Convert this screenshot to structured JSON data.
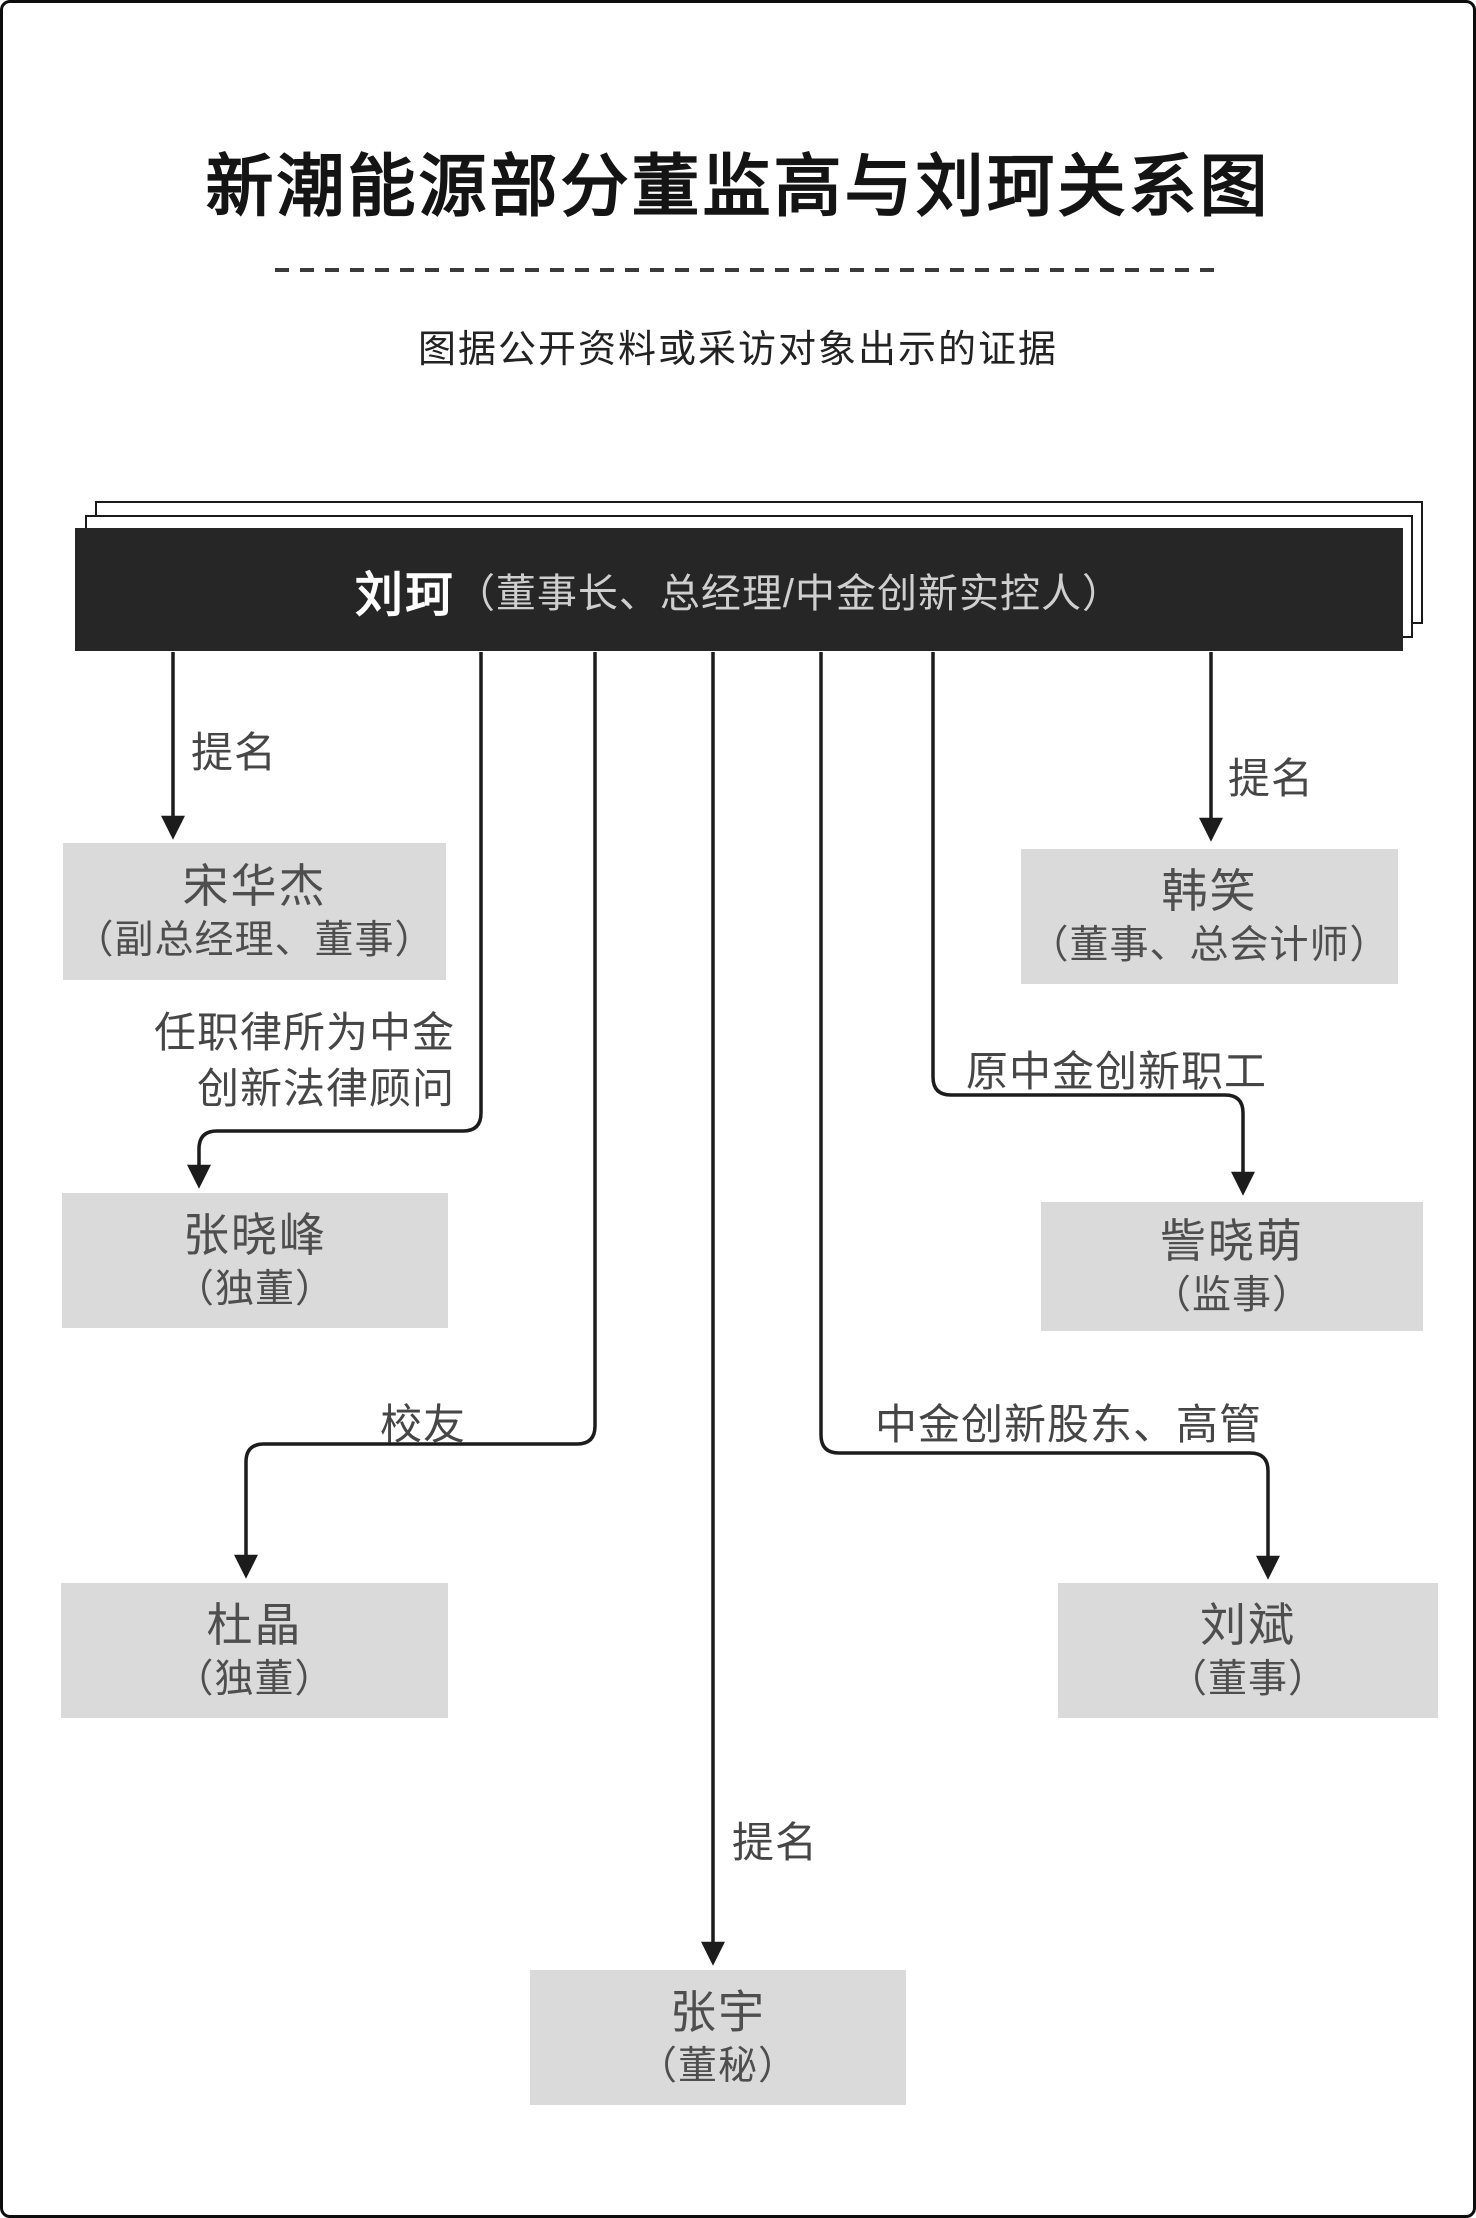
{
  "page": {
    "title": "新潮能源部分董监高与刘珂关系图",
    "subtitle": "图据公开资料或采访对象出示的证据"
  },
  "root": {
    "name": "刘珂",
    "role": "（董事长、总经理/中金创新实控人）"
  },
  "edge_labels": {
    "song_huajie": "提名",
    "zhang_xiaofeng_line1": "任职律所为中金",
    "zhang_xiaofeng_line2": "创新法律顾问",
    "du_jing": "校友",
    "zhang_yu": "提名",
    "han_xiao": "提名",
    "zi_xiaomeng": "原中金创新职工",
    "liu_bin": "中金创新股东、高管"
  },
  "nodes": {
    "song_huajie": {
      "name": "宋华杰",
      "role": "（副总经理、董事）"
    },
    "zhang_xiaofeng": {
      "name": "张晓峰",
      "role": "（独董）"
    },
    "du_jing": {
      "name": "杜晶",
      "role": "（独董）"
    },
    "zhang_yu": {
      "name": "张宇",
      "role": "（董秘）"
    },
    "han_xiao": {
      "name": "韩笑",
      "role": "（董事、总会计师）"
    },
    "zi_xiaomeng": {
      "name": "訾晓萌",
      "role": "（监事）"
    },
    "liu_bin": {
      "name": "刘斌",
      "role": "（董事）"
    }
  },
  "colors": {
    "line": "#1c1c1c",
    "node_bg": "#dadada",
    "root_bg": "#262626",
    "root_text": "#ffffff",
    "label_text": "#464646"
  }
}
